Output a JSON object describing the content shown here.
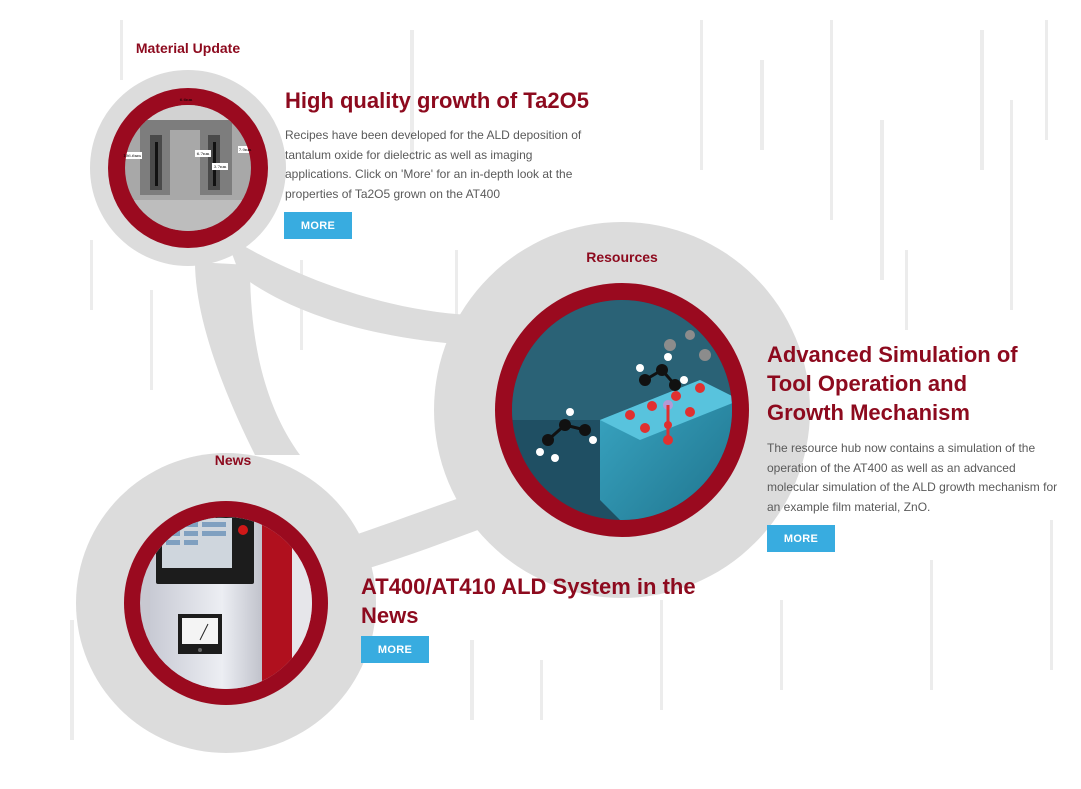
{
  "colors": {
    "brand_red": "#8d0a1e",
    "ring_red": "#9a0a1f",
    "button_blue": "#38ace0",
    "bubble_gray": "#dcdcdc",
    "body_text": "#5a5a5a"
  },
  "material_update": {
    "section_label": "Material Update",
    "title": "High quality growth of Ta2O5",
    "description": "Recipes have been developed for the ALD deposition of tantalum oxide for dielectric as well as imaging applications. Click on 'More' for an in-depth look at the properties of Ta2O5 grown on the AT400",
    "more_label": "MORE",
    "image_labels": [
      "6.6nm",
      "6.7nm",
      "3.7nm",
      "7.0nm",
      "106.6nm"
    ]
  },
  "resources": {
    "section_label": "Resources",
    "title": "Advanced Simulation of Tool Operation and Growth Mechanism",
    "description": "The resource hub now contains a simulation of the operation of the AT400 as well as an advanced molecular simulation of the ALD growth mechanism for an example film material, ZnO.",
    "more_label": "MORE"
  },
  "news": {
    "section_label": "News",
    "title": "AT400/AT410 ALD System in the News",
    "more_label": "MORE"
  }
}
